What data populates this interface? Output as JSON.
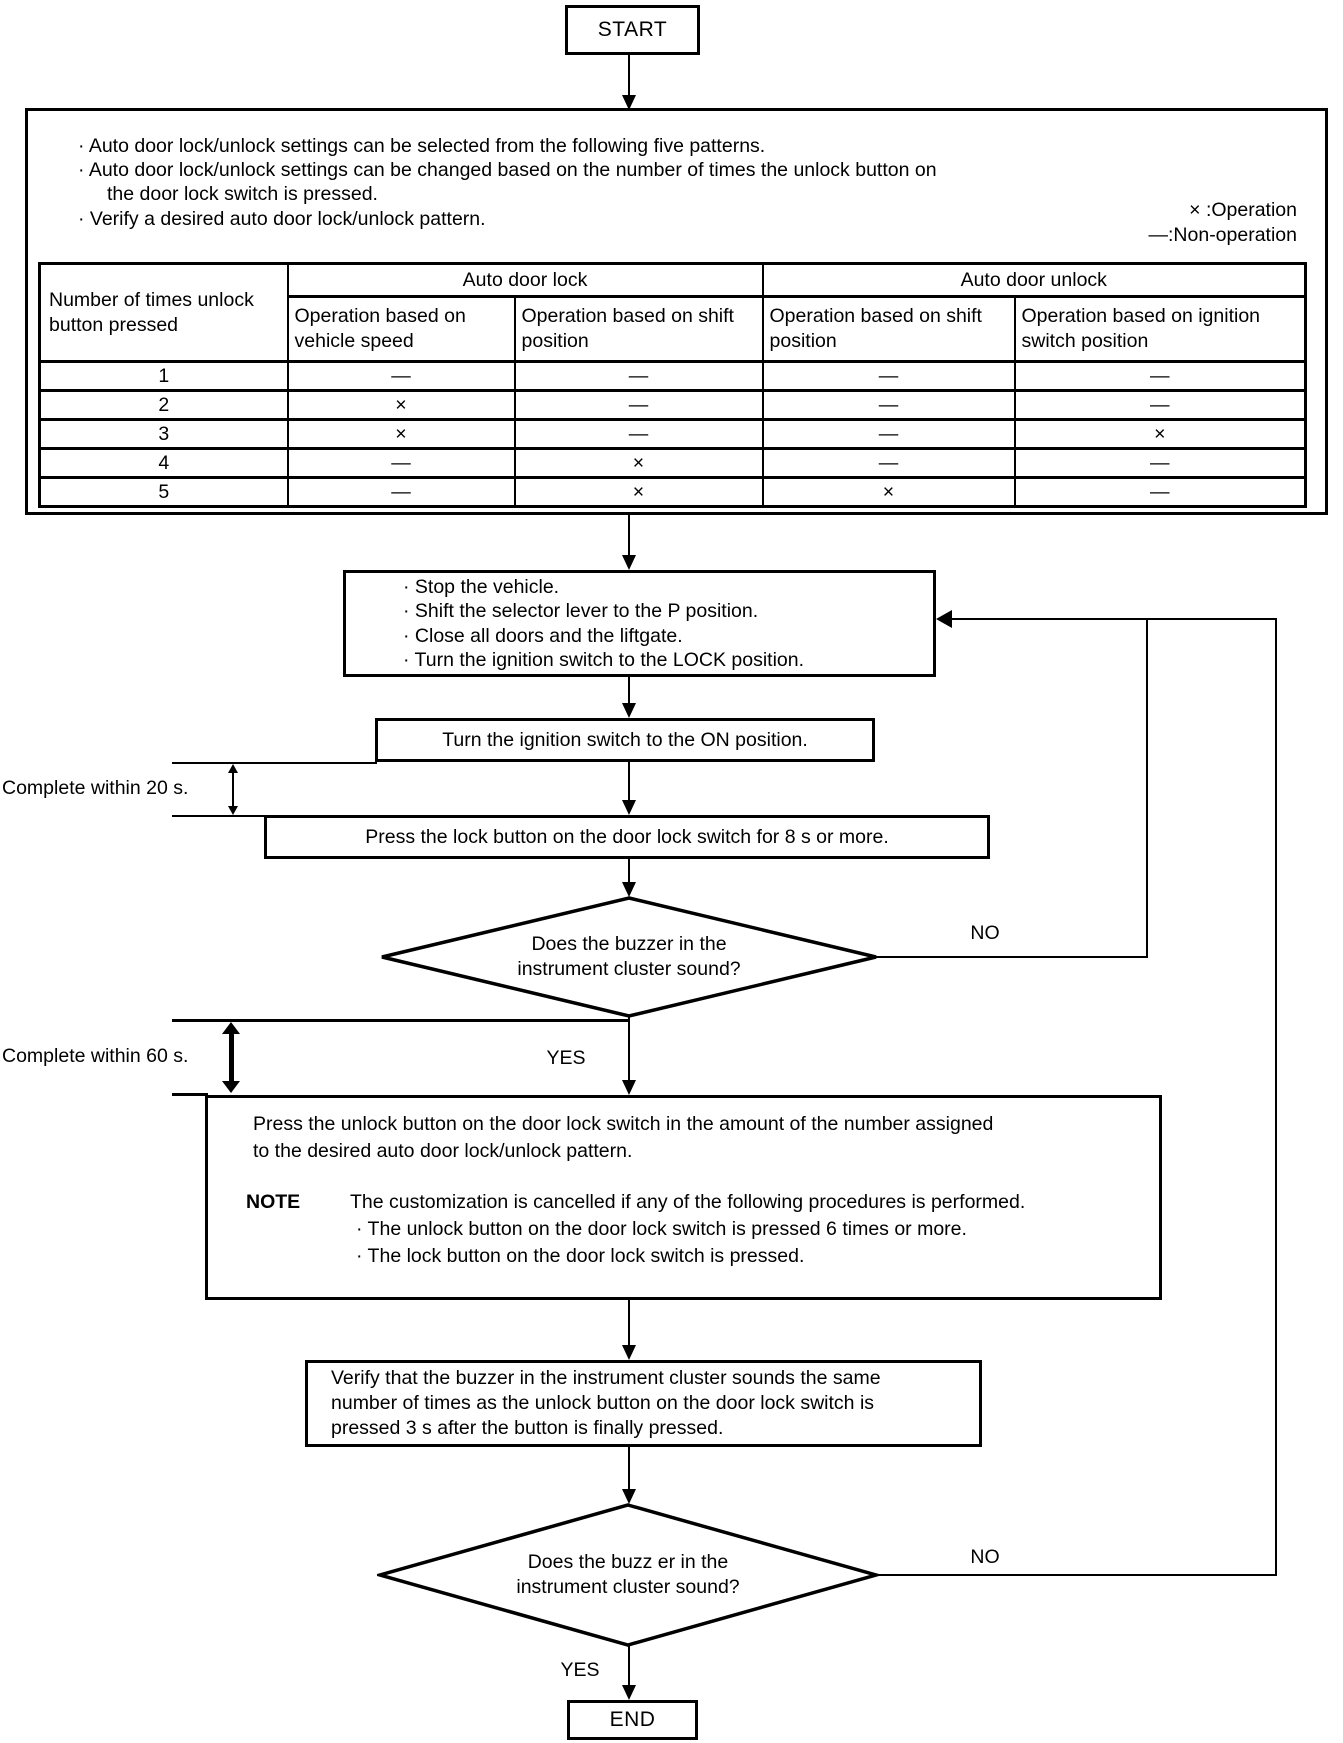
{
  "colors": {
    "ink": "#000000",
    "background": "#ffffff"
  },
  "flowchart": {
    "start_label": "START",
    "end_label": "END",
    "yes_label": "YES",
    "no_label": "NO",
    "intro": {
      "lines": [
        "· Auto door lock/unlock settings can be selected from the following five patterns.",
        "· Auto door lock/unlock settings can be changed based on the number of times the unlock button on",
        "the door lock switch is pressed.",
        "· Verify a desired auto door lock/unlock pattern."
      ],
      "legend": {
        "operation": "× :Operation",
        "non_operation": "—:Non-operation"
      }
    },
    "table": {
      "row_header": "Number of times unlock button pressed",
      "groups": [
        "Auto door lock",
        "Auto door unlock"
      ],
      "columns": [
        "Operation based on vehicle speed",
        "Operation based on shift position",
        "Operation based on shift position",
        "Operation based on ignition switch position"
      ],
      "rows": [
        {
          "times": "1",
          "values": [
            "—",
            "—",
            "—",
            "—"
          ]
        },
        {
          "times": "2",
          "values": [
            "×",
            "—",
            "—",
            "—"
          ]
        },
        {
          "times": "3",
          "values": [
            "×",
            "—",
            "—",
            "×"
          ]
        },
        {
          "times": "4",
          "values": [
            "—",
            "×",
            "—",
            "—"
          ]
        },
        {
          "times": "5",
          "values": [
            "—",
            "×",
            "×",
            "—"
          ]
        }
      ]
    },
    "prepare_step": {
      "lines": [
        "· Stop the vehicle.",
        "· Shift the selector lever to the P position.",
        "· Close all doors and the liftgate.",
        "· Turn the ignition switch to the LOCK position."
      ]
    },
    "ignition_on_step": "Turn the ignition switch to the ON position.",
    "complete_20s_label": "Complete within 20 s.",
    "press_lock_step": "Press the lock button on the door lock switch for 8 s or more.",
    "buzzer_decision_1": {
      "line1": "Does the buzzer in the",
      "line2": "instrument cluster sound?"
    },
    "complete_60s_label": "Complete within 60 s.",
    "press_unlock_step": {
      "lines": [
        "Press the unlock button on the door lock switch in the amount of the number assigned",
        "to the desired auto door lock/unlock pattern."
      ],
      "note_label": "NOTE",
      "note_text": "The customization is cancelled if any of the following procedures is performed.",
      "note_bullets": [
        "· The unlock button on the door lock switch is pressed 6 times or more.",
        "· The lock button on the door lock switch is pressed."
      ]
    },
    "verify_step": {
      "lines": [
        "Verify that the buzzer in the instrument cluster sounds the same",
        "number of times as the unlock button on the door lock switch is",
        "pressed 3 s after the button is finally pressed."
      ]
    },
    "buzzer_decision_2": {
      "line1": "Does the buzz er in the",
      "line2": "instrument cluster sound?"
    }
  }
}
